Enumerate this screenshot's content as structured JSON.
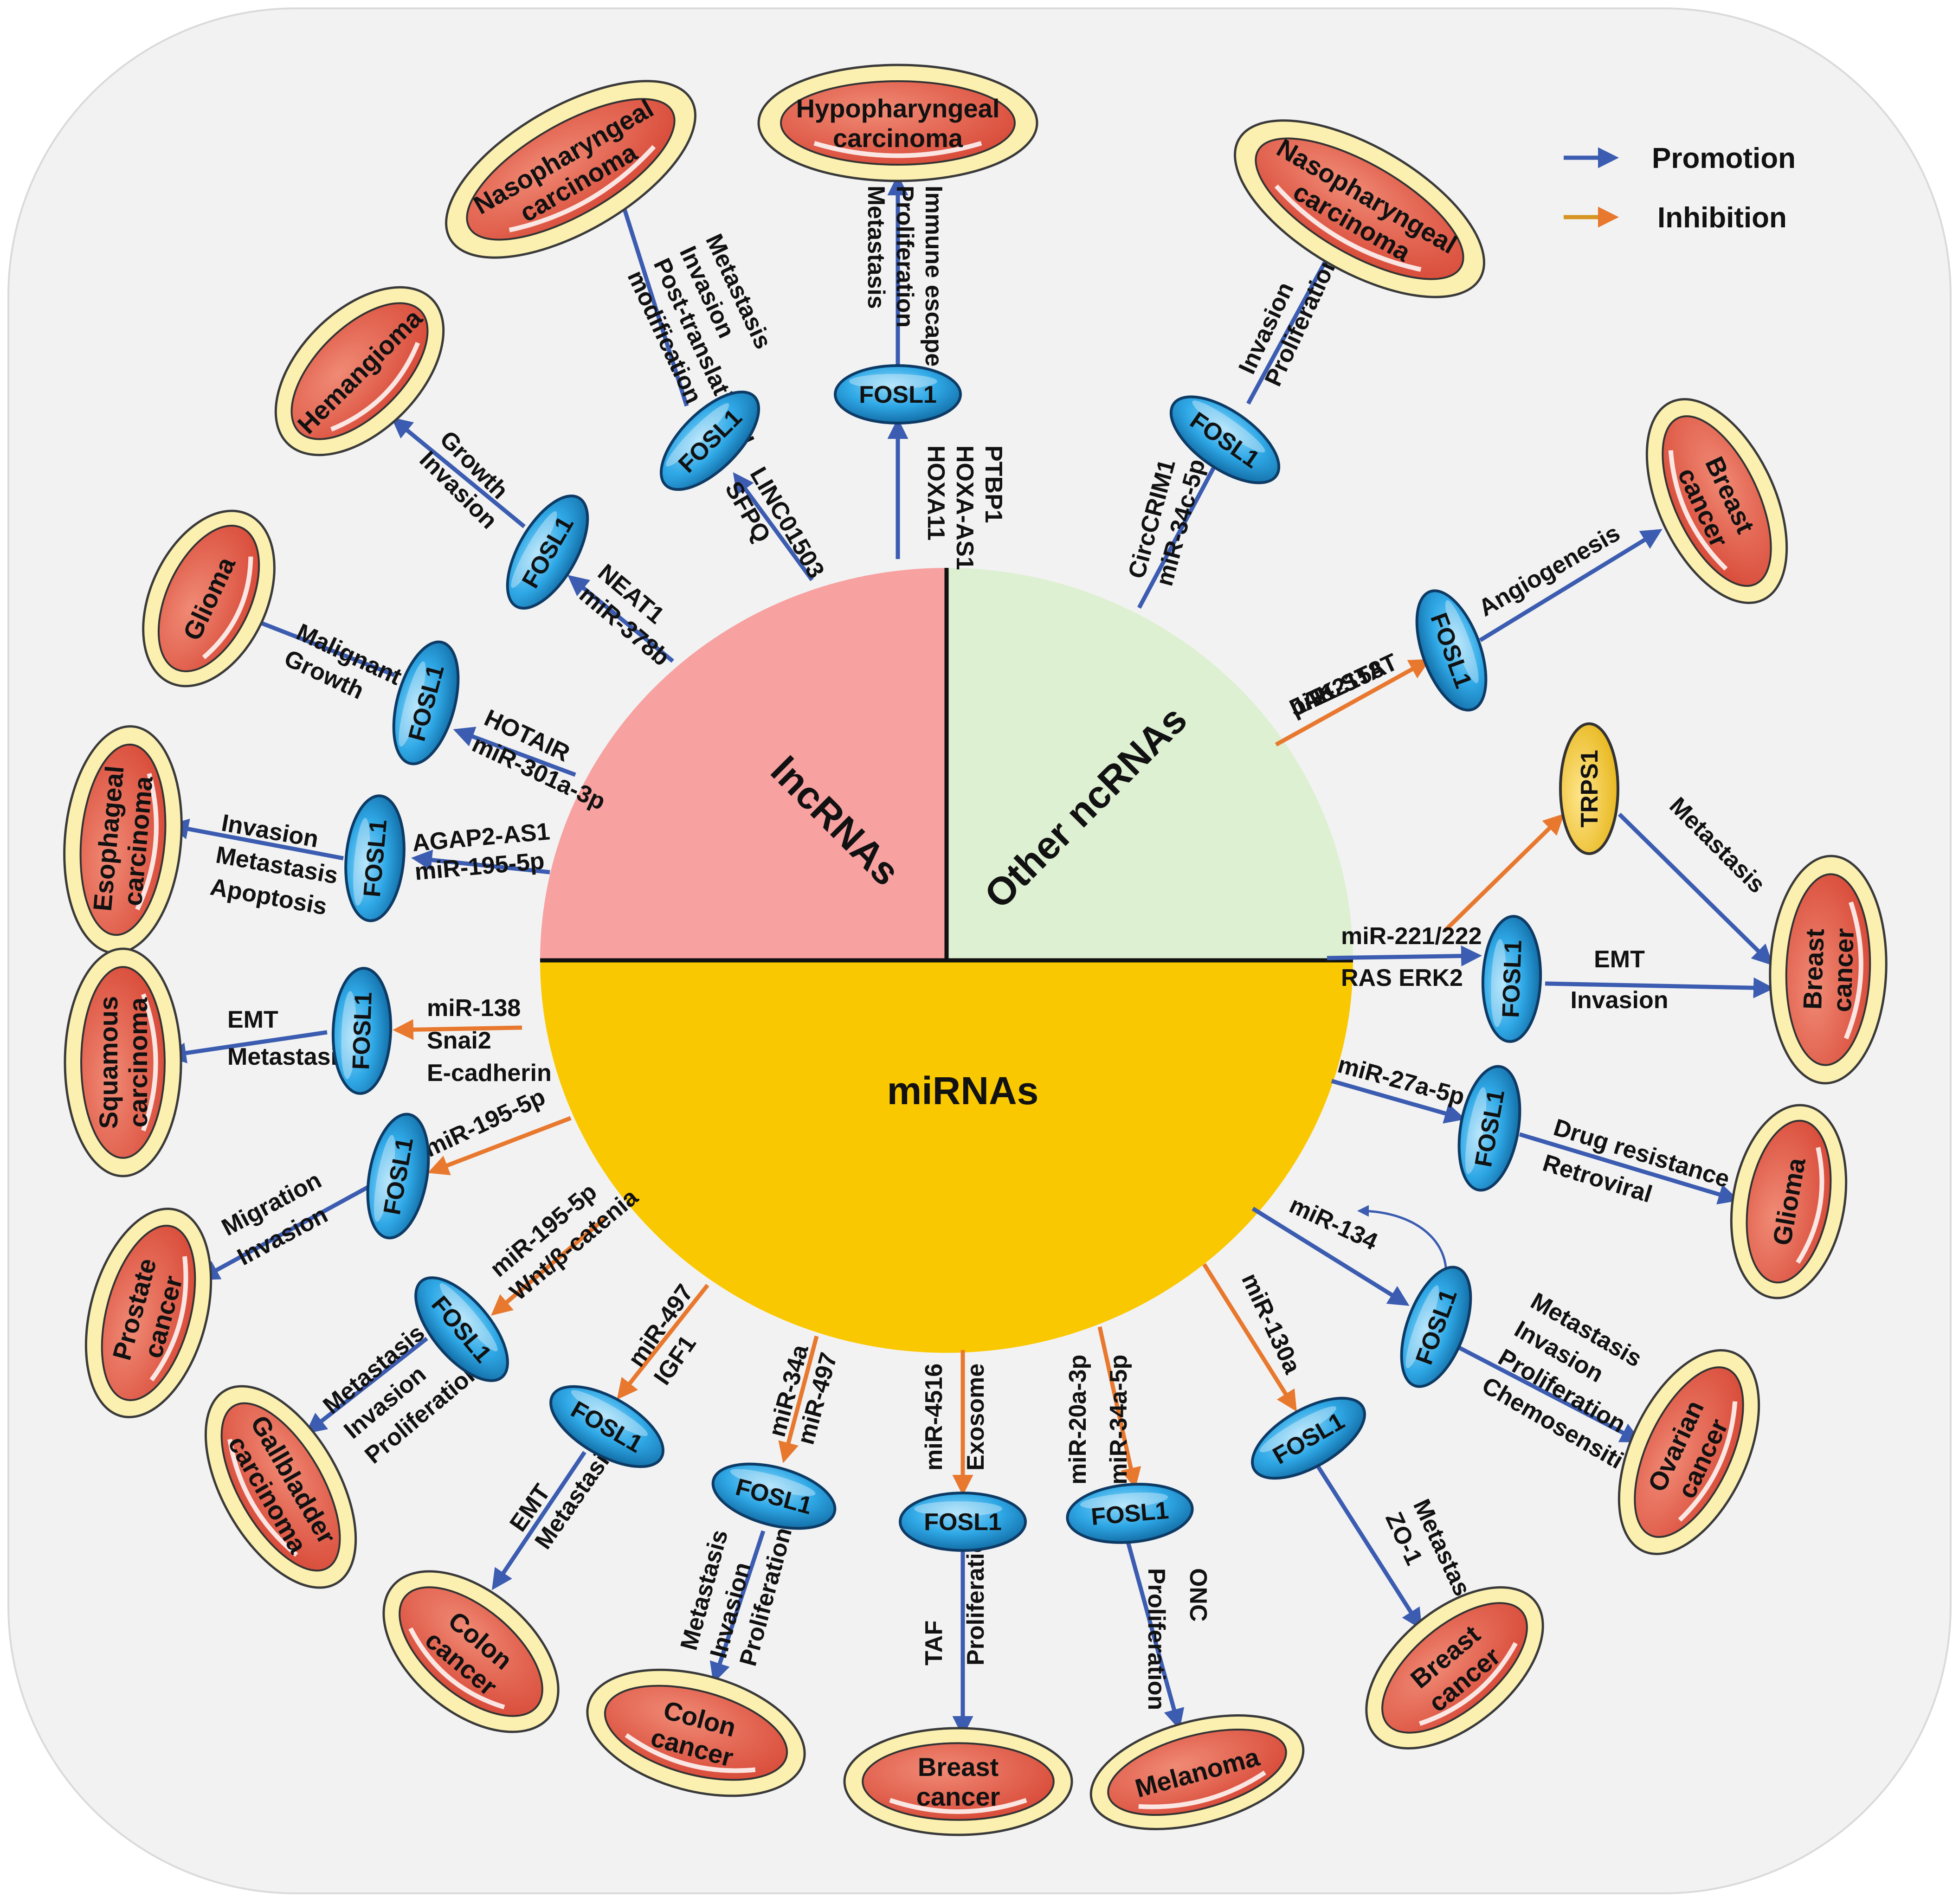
{
  "colors": {
    "promotion": "#3B5CB0",
    "inhibition": "#E8782E",
    "lncrna": "#F7A1A1",
    "other_ncrna": "#DDF0D2",
    "mirna": "#F9C800",
    "fosl1": "#33A9E8",
    "trps1": "#F5CC3F",
    "disease_outer": "#FBF0B0",
    "disease_inner": "#E25B48",
    "background": "#F2F2F2"
  },
  "legend": {
    "promotion": "Promotion",
    "inhibition": "Inhibition"
  },
  "sectors": {
    "lncrna": "lncRNAs",
    "other": "Other ncRNAs",
    "mirna": "miRNAs"
  },
  "fosl1": "FOSL1",
  "trps1": "TRPS1",
  "diseases": {
    "hypopharyngeal": [
      "Hypopharyngeal",
      "carcinoma"
    ],
    "naso_left": [
      "Nasopharyngeal",
      "carcinoma"
    ],
    "naso_right": [
      "Nasopharyngeal",
      "carcinoma"
    ],
    "hemangioma": [
      "Hemangioma"
    ],
    "glioma_left": [
      "Glioma"
    ],
    "esophageal": [
      "Esophageal",
      "carcinoma"
    ],
    "squamous": [
      "Squamous",
      "carcinoma"
    ],
    "prostate": [
      "Prostate",
      "cancer"
    ],
    "gallbladder": [
      "Gallbladder",
      "carcinoma"
    ],
    "colon1": [
      "Colon",
      "cancer"
    ],
    "colon2": [
      "Colon",
      "cancer"
    ],
    "breast_bottom": [
      "Breast",
      "cancer"
    ],
    "melanoma": [
      "Melanoma"
    ],
    "breast_br": [
      "Breast",
      "cancer"
    ],
    "ovarian": [
      "Ovarian",
      "cancer"
    ],
    "glioma_right": [
      "Glioma"
    ],
    "breast_right": [
      "Breast",
      "cancer"
    ],
    "breast_top": [
      "Breast",
      "cancer"
    ]
  },
  "labels": {
    "hypo_reg": [
      "HOXA11",
      "HOXA-AS1",
      "PTBP1"
    ],
    "hypo_eff": [
      "Immune escape",
      "Proliferation",
      "Metastasis"
    ],
    "nasoL_reg": [
      "LINC01503",
      "SFPQ"
    ],
    "nasoL_eff": [
      "Metastasis",
      "Invasion",
      "Post-translational",
      "modification"
    ],
    "hem_reg": [
      "NEAT1",
      "miR-378b"
    ],
    "hem_eff": [
      "Growth",
      "Invasion"
    ],
    "gliomaL_reg": [
      "HOTAIR",
      "miR-301a-3p"
    ],
    "gliomaL_eff": [
      "Malignant",
      "Growth"
    ],
    "eso_reg": [
      "AGAP2-AS1",
      "miR-195-5p"
    ],
    "eso_eff": [
      "Invasion",
      "Metastasis",
      "Apoptosis"
    ],
    "nasoR_reg": [
      "CircCRIM1",
      "miR-34c-5p"
    ],
    "nasoR_eff": [
      "Invasion",
      "Proliferation"
    ],
    "breastT_reg": [
      "piR-2158",
      "L-11",
      "JAK-STAT"
    ],
    "breastT_eff": [
      "Angiogenesis"
    ],
    "breastR_reg": [
      "miR-221/222",
      "RAS ERK2"
    ],
    "breastR_eff": [
      "EMT",
      "Invasion"
    ],
    "trps1_eff": [
      "Metastasis"
    ],
    "sq_reg": [
      "miR-138",
      "Snai2",
      "E-cadherin"
    ],
    "sq_eff": [
      "EMT",
      "Metastasis"
    ],
    "pro_reg": [
      "miR-195-5p"
    ],
    "pro_eff": [
      "Migration",
      "Invasion"
    ],
    "gall_reg": [
      "miR-195-5p",
      "Wnt/β-catenia"
    ],
    "gall_eff": [
      "Metastasis",
      "Invasion",
      "Proliferation"
    ],
    "colon1_reg": [
      "miR-497",
      "IGF1"
    ],
    "colon1_eff": [
      "EMT",
      "Metastasis"
    ],
    "colon2_reg": [
      "miR-34a",
      "miR-497"
    ],
    "colon2_eff": [
      "Metastasis",
      "Invasion",
      "Proliferation"
    ],
    "breastB_reg": [
      "miR-4516",
      "Exosome"
    ],
    "breastB_eff": [
      "TAF",
      "Proliferation"
    ],
    "mel_reg": [
      "miR-20a-3p",
      "miR-34a-5p"
    ],
    "mel_eff": [
      "Proliferation",
      "ONC"
    ],
    "breastBR_reg": [
      "miR-130a"
    ],
    "breastBR_eff": [
      "ZO-1",
      "Metastasis"
    ],
    "ova_reg": [
      "miR-134"
    ],
    "ova_eff": [
      "Metastasis",
      "Invasion",
      "Proliferation",
      "Chemosensitivity"
    ],
    "gliomaR_reg": [
      "miR-27a-5p"
    ],
    "gliomaR_eff": [
      "Drug resistance",
      "Retroviral"
    ]
  }
}
